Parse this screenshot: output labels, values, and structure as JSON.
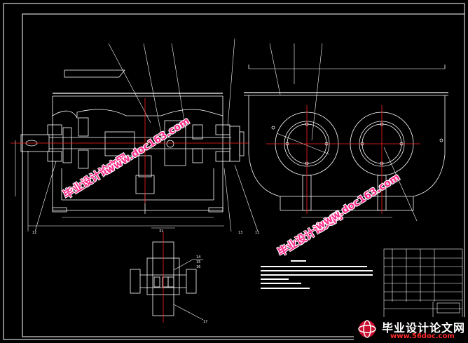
{
  "sheet": {
    "background": "#000000",
    "line_color": "#ffffff",
    "center_line_color": "#ff2020",
    "watermark_color": "#ff2a8a"
  },
  "labels": {
    "section_view_number": "31",
    "part_12": "12",
    "part_11": "11",
    "part_13": "13",
    "part_14": "14",
    "part_15": "15",
    "part_16": "16",
    "part_17": "17"
  },
  "watermarks": {
    "cn_name": "毕业设计论文网",
    "url": "www.doc163.com"
  },
  "brand": {
    "name": "毕业设计论文网",
    "url": "www.56doc.com",
    "logo_icon": "globe-logo-icon"
  }
}
